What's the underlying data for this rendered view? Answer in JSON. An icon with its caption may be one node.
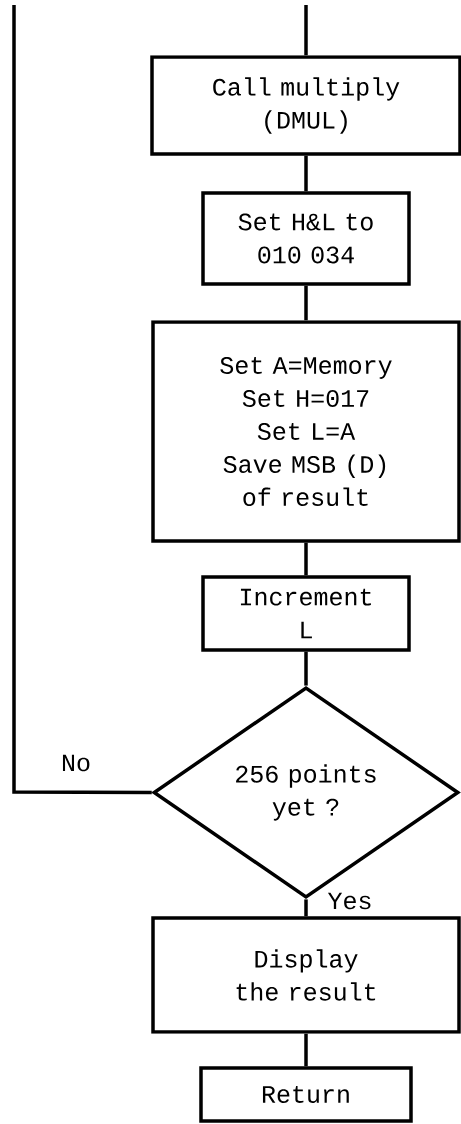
{
  "diagram": {
    "nodes": [
      {
        "text": [
          "Call multiply (DMUL)"
        ]
      },
      {
        "text": [
          "Set H&L to 010 034"
        ]
      },
      {
        "text": [
          "Set A=Memory",
          "Set H=017",
          "Set L=A",
          "Save MSB (D) of result"
        ]
      },
      {
        "text": [
          "Increment L"
        ]
      },
      {
        "text": [
          "256 points yet ?"
        ]
      },
      {
        "text": [
          "Display the result"
        ]
      },
      {
        "text": [
          "Return"
        ]
      }
    ],
    "edges": [
      {
        "from": null,
        "to": 0,
        "arrow": "none"
      },
      {
        "from": 0,
        "to": 1,
        "arrow": "none"
      },
      {
        "from": 1,
        "to": 2,
        "arrow": "none"
      },
      {
        "from": 2,
        "to": 3,
        "arrow": "none"
      },
      {
        "from": 3,
        "to": 4,
        "arrow": "none"
      },
      {
        "from": 4,
        "to": null,
        "label": "No",
        "arrow": "none"
      },
      {
        "from": 4,
        "to": 5,
        "label": "Yes",
        "arrow": "none"
      },
      {
        "from": 5,
        "to": 6,
        "arrow": "none"
      }
    ]
  }
}
